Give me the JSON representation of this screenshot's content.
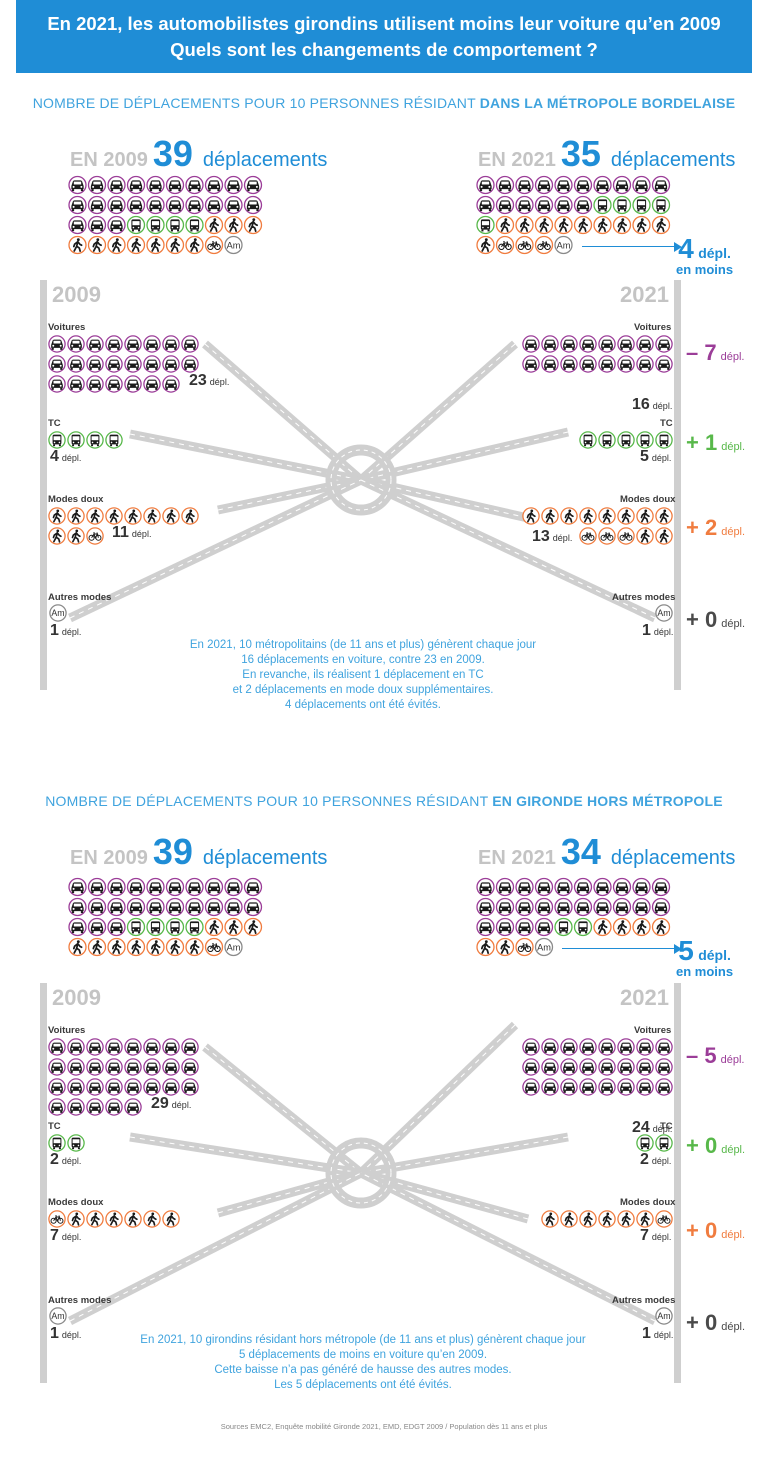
{
  "header": {
    "line1": "En 2021, les automobilistes girondins utilisent moins leur voiture qu’en 2009",
    "line2": "Quels sont les changements de comportement ?"
  },
  "colors": {
    "header_bg": "#1f8dd6",
    "voiture": "#9b3d98",
    "tc": "#58b84a",
    "doux": "#f07c3f",
    "autre": "#8a8a8a",
    "road": "#cfcfcf",
    "accent": "#1f8dd6"
  },
  "icon_names": {
    "voiture": "car-icon",
    "tc": "bus-icon",
    "marche": "pedestrian-icon",
    "velo": "bicycle-icon",
    "autre": "other-modes-icon"
  },
  "sections": [
    {
      "title_prefix": "NOMBRE DE DÉPLACEMENTS POUR 10 PERSONNES RÉSIDANT ",
      "title_bold": "DANS LA MÉTROPOLE BORDELAISE",
      "y2009": {
        "label": "EN 2009",
        "total": "39",
        "unit": "déplacements"
      },
      "y2021": {
        "label": "EN 2021",
        "total": "35",
        "unit": "déplacements"
      },
      "less": {
        "value": "4",
        "unit": "dépl.",
        "suffix": "en moins"
      },
      "grid2009": [
        [
          "car",
          "car",
          "car",
          "car",
          "car",
          "car",
          "car",
          "car",
          "car",
          "car"
        ],
        [
          "car",
          "car",
          "car",
          "car",
          "car",
          "car",
          "car",
          "car",
          "car",
          "car"
        ],
        [
          "car",
          "car",
          "car",
          "bus",
          "bus",
          "bus",
          "bus",
          "walk",
          "walk",
          "walk"
        ],
        [
          "walk",
          "walk",
          "walk",
          "walk",
          "walk",
          "walk",
          "walk",
          "bike",
          "am"
        ]
      ],
      "grid2021": [
        [
          "car",
          "car",
          "car",
          "car",
          "car",
          "car",
          "car",
          "car",
          "car",
          "car"
        ],
        [
          "car",
          "car",
          "car",
          "car",
          "car",
          "car",
          "bus",
          "bus",
          "bus",
          "bus"
        ],
        [
          "bus",
          "walk",
          "walk",
          "walk",
          "walk",
          "walk",
          "walk",
          "walk",
          "walk",
          "walk"
        ],
        [
          "walk",
          "bike",
          "bike",
          "bike",
          "am"
        ]
      ],
      "left": {
        "year": "2009",
        "voitures": {
          "label": "Voitures",
          "count": "23",
          "unit": "dépl.",
          "rows": [
            8,
            8,
            7
          ]
        },
        "tc": {
          "label": "TC",
          "count": "4",
          "unit": "dépl.",
          "n": 4
        },
        "doux": {
          "label": "Modes doux",
          "count": "11",
          "unit": "dépl.",
          "rows": [
            [
              "walk",
              "walk",
              "walk",
              "walk",
              "walk",
              "walk",
              "walk",
              "walk"
            ],
            [
              "walk",
              "walk",
              "bike"
            ]
          ]
        },
        "autres": {
          "label": "Autres modes",
          "count": "1",
          "unit": "dépl.",
          "icon": "Am"
        }
      },
      "right": {
        "year": "2021",
        "voitures": {
          "label": "Voitures",
          "count": "16",
          "unit": "dépl.",
          "rows": [
            8,
            8
          ]
        },
        "tc": {
          "label": "TC",
          "count": "5",
          "unit": "dépl.",
          "n": 5
        },
        "doux": {
          "label": "Modes doux",
          "count": "13",
          "unit": "dépl.",
          "rows": [
            [
              "walk",
              "walk",
              "walk",
              "walk",
              "walk",
              "walk",
              "walk",
              "walk"
            ],
            [
              "bike",
              "bike",
              "bike",
              "walk",
              "walk"
            ]
          ]
        },
        "autres": {
          "label": "Autres modes",
          "count": "1",
          "unit": "dépl.",
          "icon": "Am"
        }
      },
      "deltas": [
        {
          "value": "– 7",
          "unit": "dépl.",
          "color": "#9b3d98"
        },
        {
          "value": "+ 1",
          "unit": "dépl.",
          "color": "#58b84a"
        },
        {
          "value": "+ 2",
          "unit": "dépl.",
          "color": "#f07c3f"
        },
        {
          "value": "+ 0",
          "unit": "dépl.",
          "color": "#4a4a4a"
        }
      ],
      "summary": [
        "En 2021, 10 métropolitains (de 11 ans et plus) génèrent chaque jour",
        "16 déplacements en voiture, contre 23 en 2009.",
        "En revanche, ils réalisent 1 déplacement en TC",
        "et 2 déplacements en mode doux supplémentaires.",
        "4 déplacements ont été évités."
      ]
    },
    {
      "title_prefix": "NOMBRE DE DÉPLACEMENTS POUR 10 PERSONNES RÉSIDANT ",
      "title_bold": "EN GIRONDE HORS MÉTROPOLE",
      "y2009": {
        "label": "EN 2009",
        "total": "39",
        "unit": "déplacements"
      },
      "y2021": {
        "label": "EN 2021",
        "total": "34",
        "unit": "déplacements"
      },
      "less": {
        "value": "5",
        "unit": "dépl.",
        "suffix": "en moins"
      },
      "grid2009": [
        [
          "car",
          "car",
          "car",
          "car",
          "car",
          "car",
          "car",
          "car",
          "car",
          "car"
        ],
        [
          "car",
          "car",
          "car",
          "car",
          "car",
          "car",
          "car",
          "car",
          "car",
          "car"
        ],
        [
          "car",
          "car",
          "car",
          "bus",
          "bus",
          "bus",
          "bus",
          "walk",
          "walk",
          "walk"
        ],
        [
          "walk",
          "walk",
          "walk",
          "walk",
          "walk",
          "walk",
          "walk",
          "bike",
          "am"
        ]
      ],
      "grid2021": [
        [
          "car",
          "car",
          "car",
          "car",
          "car",
          "car",
          "car",
          "car",
          "car",
          "car"
        ],
        [
          "car",
          "car",
          "car",
          "car",
          "car",
          "car",
          "car",
          "car",
          "car",
          "car"
        ],
        [
          "car",
          "car",
          "car",
          "car",
          "bus",
          "bus",
          "walk",
          "walk",
          "walk",
          "walk"
        ],
        [
          "walk",
          "walk",
          "bike",
          "am"
        ]
      ],
      "left": {
        "year": "2009",
        "voitures": {
          "label": "Voitures",
          "count": "29",
          "unit": "dépl.",
          "rows": [
            8,
            8,
            8,
            5
          ]
        },
        "tc": {
          "label": "TC",
          "count": "2",
          "unit": "dépl.",
          "n": 2
        },
        "doux": {
          "label": "Modes doux",
          "count": "7",
          "unit": "dépl.",
          "rows": [
            [
              "bike",
              "walk",
              "walk",
              "walk",
              "walk",
              "walk",
              "walk"
            ]
          ]
        },
        "autres": {
          "label": "Autres modes",
          "count": "1",
          "unit": "dépl.",
          "icon": "Am"
        }
      },
      "right": {
        "year": "2021",
        "voitures": {
          "label": "Voitures",
          "count": "24",
          "unit": "dépl.",
          "rows": [
            8,
            8,
            8
          ]
        },
        "tc": {
          "label": "TC",
          "count": "2",
          "unit": "dépl.",
          "n": 2
        },
        "doux": {
          "label": "Modes doux",
          "count": "7",
          "unit": "dépl.",
          "rows": [
            [
              "walk",
              "walk",
              "walk",
              "walk",
              "walk",
              "walk",
              "bike"
            ]
          ]
        },
        "autres": {
          "label": "Autres modes",
          "count": "1",
          "unit": "dépl.",
          "icon": "Am"
        }
      },
      "deltas": [
        {
          "value": "– 5",
          "unit": "dépl.",
          "color": "#9b3d98"
        },
        {
          "value": "+ 0",
          "unit": "dépl.",
          "color": "#58b84a"
        },
        {
          "value": "+ 0",
          "unit": "dépl.",
          "color": "#f07c3f"
        },
        {
          "value": "+ 0",
          "unit": "dépl.",
          "color": "#4a4a4a"
        }
      ],
      "summary": [
        "En 2021, 10 girondins résidant hors métropole (de 11 ans et plus) génèrent chaque jour",
        "5 déplacements de moins en voiture qu’en 2009.",
        "Cette baisse n’a pas généré de hausse des autres modes.",
        "Les 5 déplacements ont été évités."
      ]
    }
  ],
  "source": "Sources EMC2, Enquête mobilité Gironde 2021, EMD, EDGT 2009 / Population dès 11 ans et plus"
}
